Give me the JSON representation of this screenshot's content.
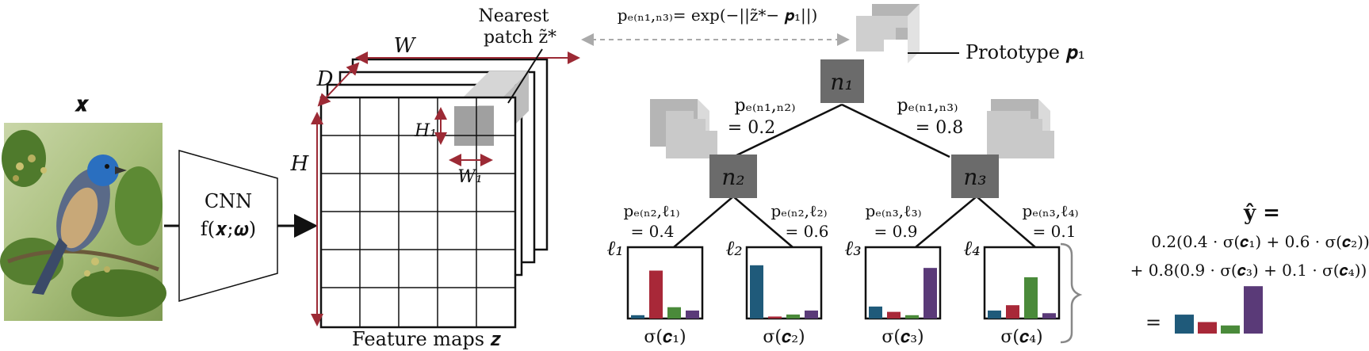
{
  "input": {
    "label": "𝒙"
  },
  "cnn": {
    "title": "CNN",
    "function": "f(𝒙;𝝎)"
  },
  "feature_maps": {
    "caption": "Feature maps 𝒛",
    "dim_W": "W",
    "dim_D": "D",
    "dim_H": "H",
    "dim_H1": "H₁",
    "dim_W1": "W₁",
    "nearest_line1": "Nearest",
    "nearest_line2": "patch z̃*"
  },
  "similarity_formula": "pₑ₍ₙ₁,ₙ₃₎= exp(−||z̃*− 𝒑₁||)",
  "prototype_label": "Prototype 𝒑₁",
  "nodes": {
    "n1": "n₁",
    "n2": "n₂",
    "n3": "n₃"
  },
  "edges": {
    "n1_n2": {
      "label": "pₑ₍ₙ₁,ₙ₂₎",
      "value": "= 0.2"
    },
    "n1_n3": {
      "label": "pₑ₍ₙ₁,ₙ₃₎",
      "value": "= 0.8"
    },
    "n2_l1": {
      "label": "pₑ₍ₙ₂,ℓ₁₎",
      "value": "= 0.4"
    },
    "n2_l2": {
      "label": "pₑ₍ₙ₂,ℓ₂₎",
      "value": "= 0.6"
    },
    "n3_l3": {
      "label": "pₑ₍ₙ₃,ℓ₃₎",
      "value": "= 0.9"
    },
    "n3_l4": {
      "label": "pₑ₍ₙ₃,ℓ₄₎",
      "value": "= 0.1"
    }
  },
  "leaves": [
    {
      "id": "ℓ₁",
      "caption": "σ(𝒄₁)",
      "values": [
        0.05,
        0.72,
        0.17,
        0.12
      ]
    },
    {
      "id": "ℓ₂",
      "caption": "σ(𝒄₂)",
      "values": [
        0.8,
        0.03,
        0.06,
        0.12
      ]
    },
    {
      "id": "ℓ₃",
      "caption": "σ(𝒄₃)",
      "values": [
        0.18,
        0.1,
        0.05,
        0.76
      ]
    },
    {
      "id": "ℓ₄",
      "caption": "σ(𝒄₄)",
      "values": [
        0.12,
        0.2,
        0.62,
        0.08
      ]
    }
  ],
  "output": {
    "y_hat": "ŷ =",
    "line1": "0.2(0.4 · σ(𝒄₁) + 0.6 · σ(𝒄₂))",
    "line2": "+ 0.8(0.9 · σ(𝒄₃) + 0.1 · σ(𝒄₄))",
    "equals": "=",
    "values": [
      0.28,
      0.17,
      0.12,
      0.7
    ]
  },
  "class_colors": [
    "#1f5a7a",
    "#a82838",
    "#4a8a3a",
    "#5a3a78"
  ]
}
